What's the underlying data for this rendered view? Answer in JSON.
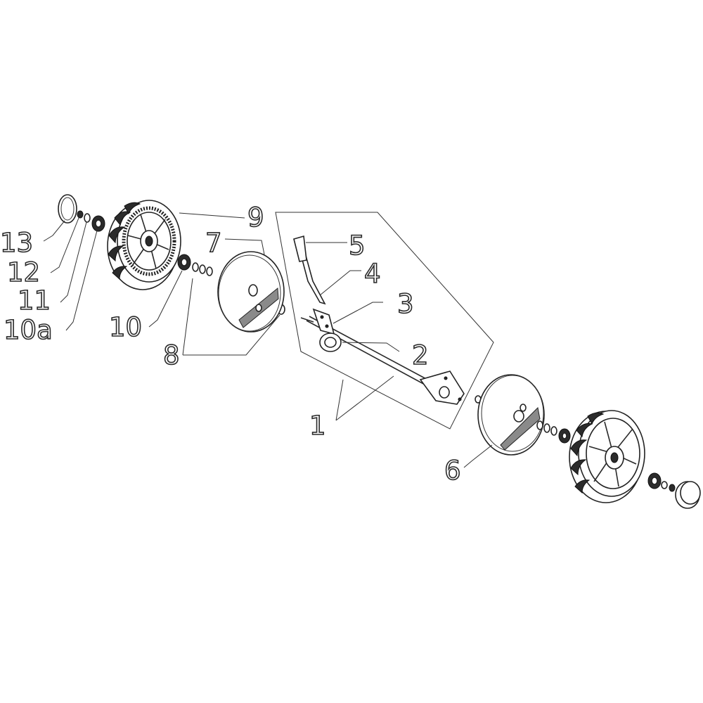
{
  "callouts": {
    "c1": "1",
    "c2": "2",
    "c3": "3",
    "c4": "4",
    "c5": "5",
    "c6": "6",
    "c7": "7",
    "c8": "8",
    "c9": "9",
    "c10": "10",
    "c10a": "10a",
    "c11": "11",
    "c12": "12",
    "c13": "13"
  }
}
